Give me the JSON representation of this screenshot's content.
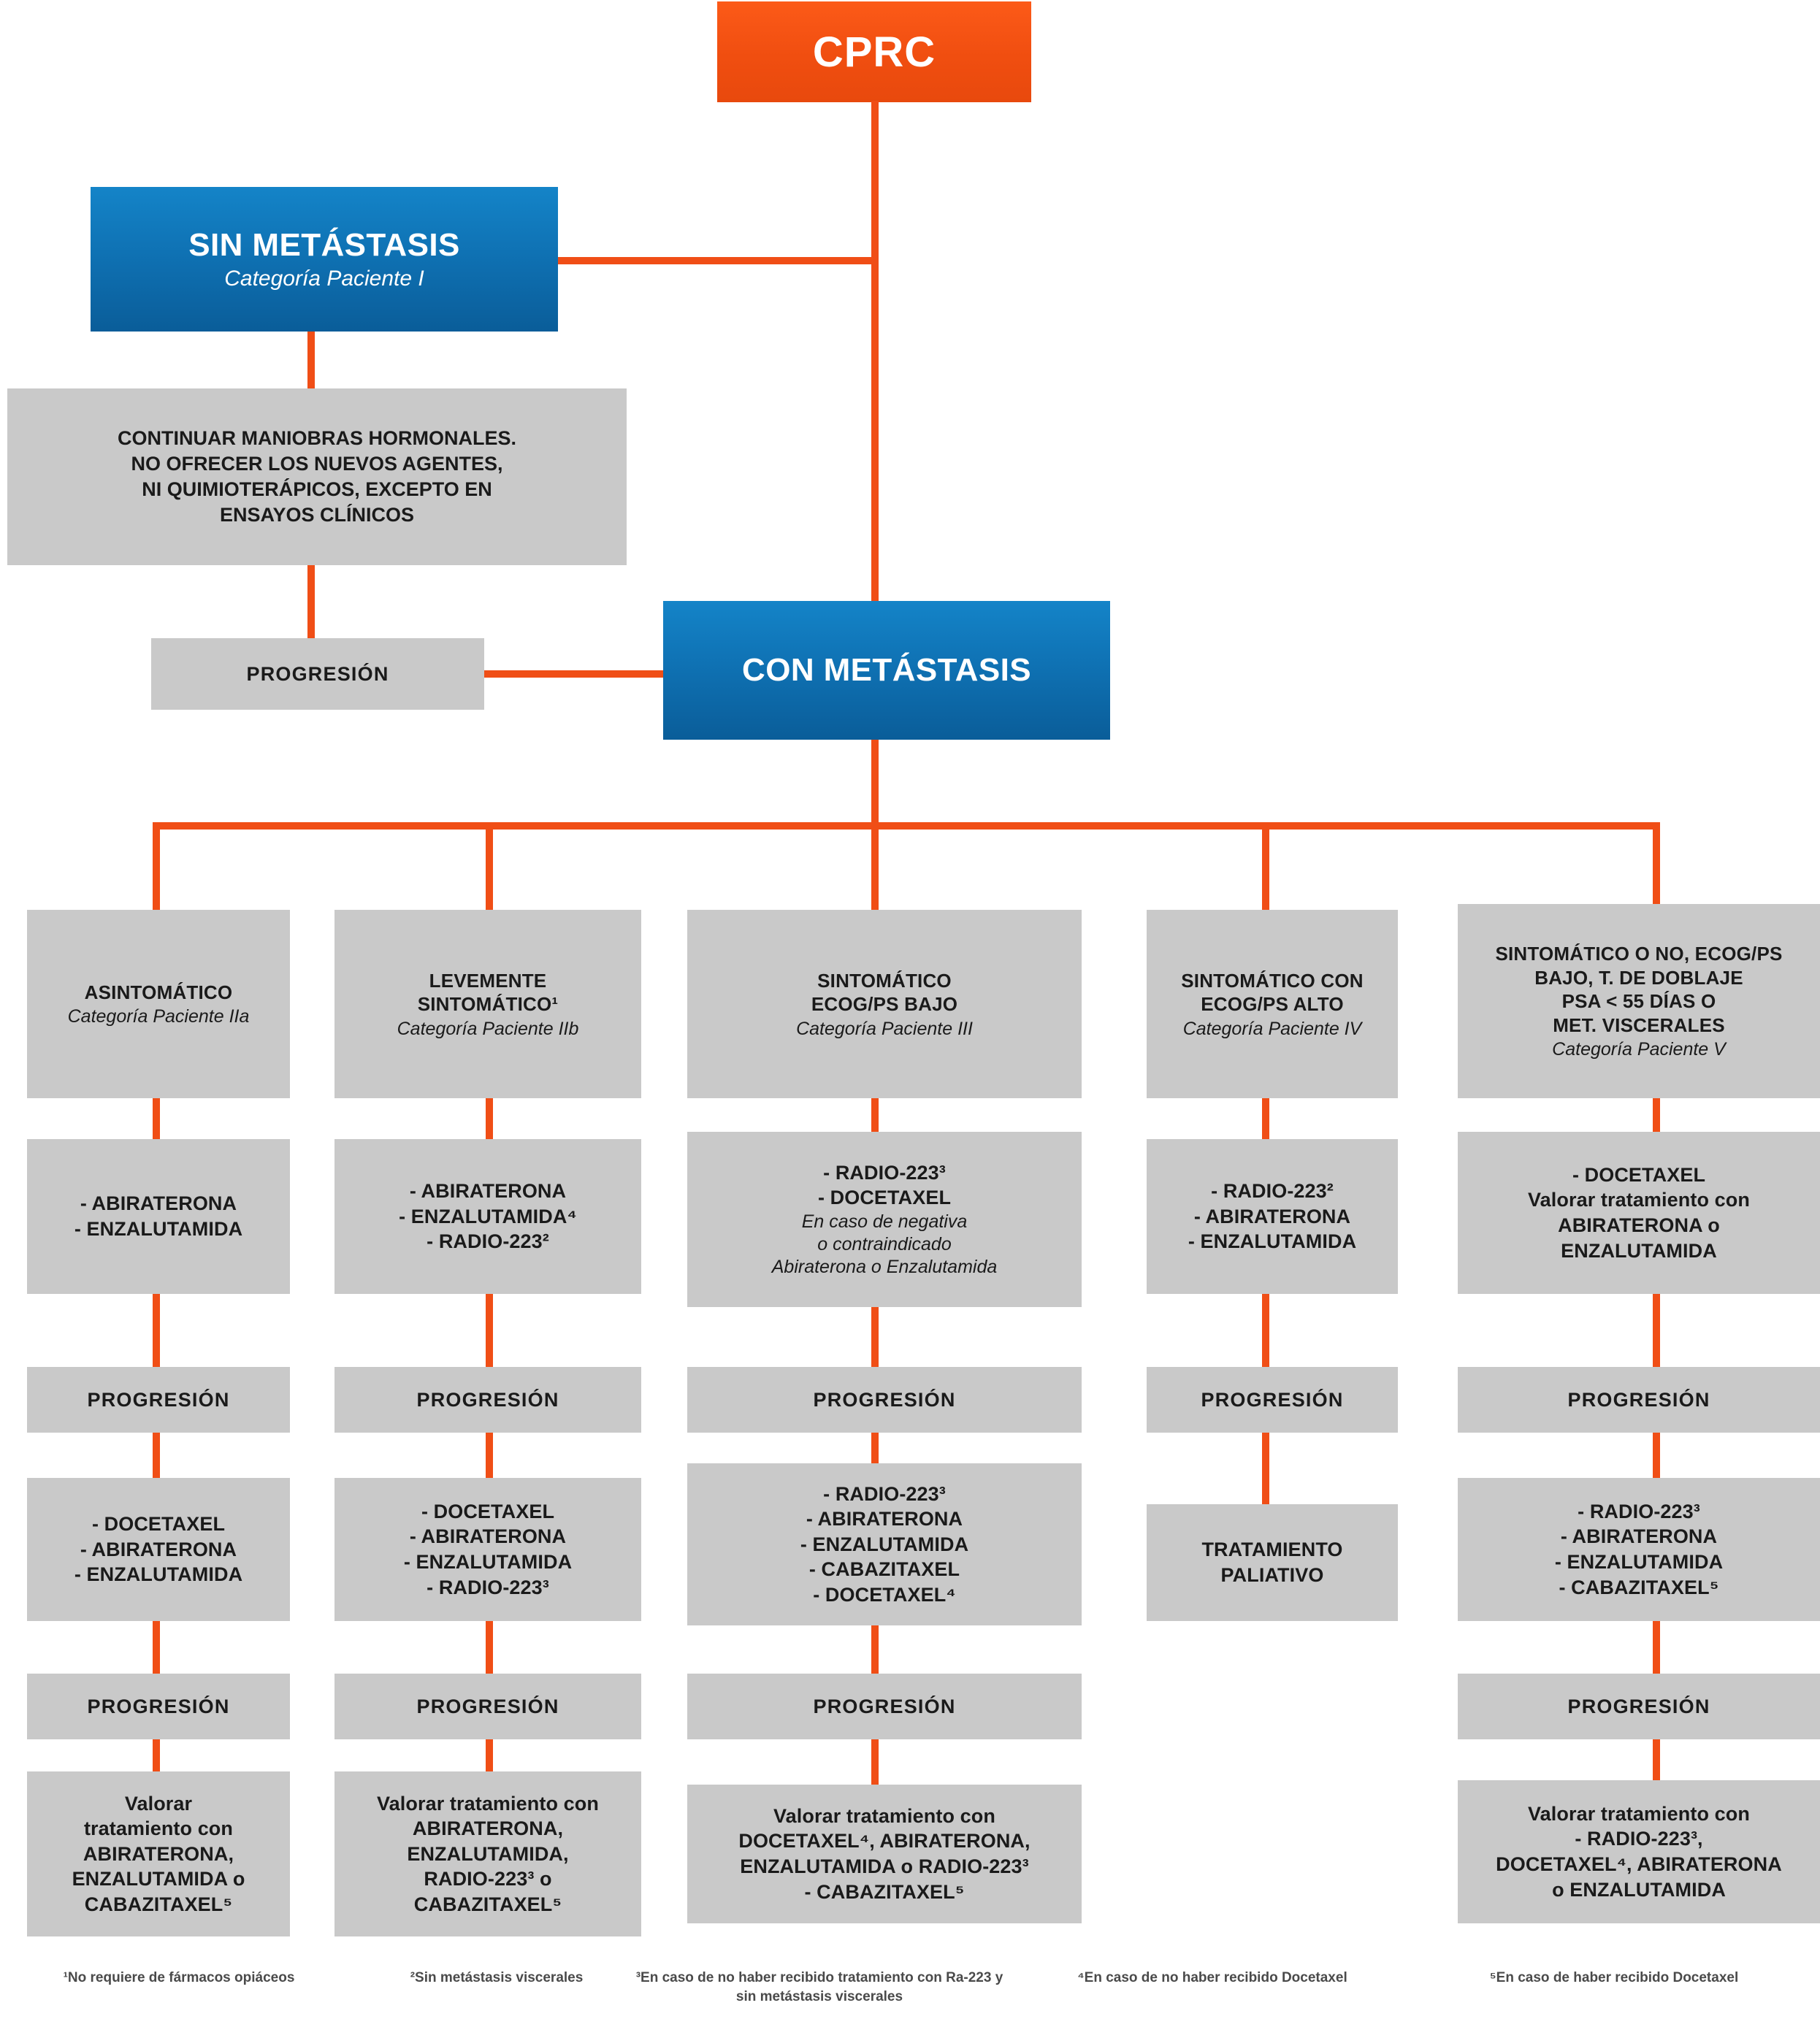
{
  "root": {
    "label": "CPRC"
  },
  "branches": {
    "no_mets": {
      "title": "SIN METÁSTASIS",
      "subtitle": "Categoría Paciente I"
    },
    "mets": {
      "title": "CON METÁSTASIS"
    }
  },
  "no_mets_path": {
    "advice": "CONTINUAR MANIOBRAS HORMONALES. NO OFRECER LOS NUEVOS AGENTES, NI QUIMIOTERÁPICOS, EXCEPTO EN ENSAYOS CLÍNICOS",
    "advice_lines": [
      "CONTINUAR MANIOBRAS HORMONALES.",
      "NO OFRECER LOS NUEVOS AGENTES,",
      "NI QUIMIOTERÁPICOS, EXCEPTO EN",
      "ENSAYOS CLÍNICOS"
    ],
    "progression": "PROGRESIÓN"
  },
  "progression_label": "PROGRESIÓN",
  "columns": [
    {
      "id": "col1",
      "header_lines": [
        "ASINTOMÁTICO"
      ],
      "header_sub": "Categoría Paciente IIa",
      "first_line": [
        "- ABIRATERONA",
        "- ENZALUTAMIDA"
      ],
      "second_line": [
        "- DOCETAXEL",
        "- ABIRATERONA",
        "- ENZALUTAMIDA"
      ],
      "third_line": [
        "Valorar",
        "tratamiento con",
        "ABIRATERONA,",
        "ENZALUTAMIDA o",
        "CABAZITAXEL⁵"
      ]
    },
    {
      "id": "col2",
      "header_lines": [
        "LEVEMENTE",
        "SINTOMÁTICO¹"
      ],
      "header_sub": "Categoría Paciente IIb",
      "first_line": [
        "- ABIRATERONA",
        "- ENZALUTAMIDA⁴",
        "- RADIO-223²"
      ],
      "second_line": [
        "- DOCETAXEL",
        "- ABIRATERONA",
        "- ENZALUTAMIDA",
        "- RADIO-223³"
      ],
      "third_line": [
        "Valorar tratamiento con",
        "ABIRATERONA,",
        "ENZALUTAMIDA,",
        "RADIO-223³ o",
        "CABAZITAXEL⁵"
      ]
    },
    {
      "id": "col3",
      "header_lines": [
        "SINTOMÁTICO",
        "ECOG/PS BAJO"
      ],
      "header_sub": "Categoría Paciente III",
      "first_line": [
        "- RADIO-223³",
        "- DOCETAXEL"
      ],
      "first_line_italic": [
        "En caso de negativa",
        "o contraindicado",
        "Abiraterona o Enzalutamida"
      ],
      "second_line": [
        "- RADIO-223³",
        "- ABIRATERONA",
        "- ENZALUTAMIDA",
        "- CABAZITAXEL",
        "- DOCETAXEL⁴"
      ],
      "third_line": [
        "Valorar tratamiento con",
        "DOCETAXEL⁴, ABIRATERONA,",
        "ENZALUTAMIDA o RADIO-223³",
        "- CABAZITAXEL⁵"
      ]
    },
    {
      "id": "col4",
      "header_lines": [
        "SINTOMÁTICO CON",
        "ECOG/PS ALTO"
      ],
      "header_sub": "Categoría Paciente IV",
      "first_line": [
        "- RADIO-223²",
        "- ABIRATERONA",
        "- ENZALUTAMIDA"
      ],
      "second_line": [
        "TRATAMIENTO",
        "PALIATIVO"
      ]
    },
    {
      "id": "col5",
      "header_lines": [
        "SINTOMÁTICO O NO, ECOG/PS",
        "BAJO, T. DE DOBLAJE",
        "PSA < 55 DÍAS O",
        "MET. VISCERALES"
      ],
      "header_sub": "Categoría Paciente V",
      "first_line": [
        "- DOCETAXEL",
        "Valorar tratamiento con",
        "ABIRATERONA o",
        "ENZALUTAMIDA"
      ],
      "second_line": [
        "- RADIO-223³",
        "- ABIRATERONA",
        "- ENZALUTAMIDA",
        "- CABAZITAXEL⁵"
      ],
      "third_line": [
        "Valorar tratamiento con",
        "- RADIO-223³,",
        "DOCETAXEL⁴, ABIRATERONA",
        "o ENZALUTAMIDA"
      ]
    }
  ],
  "footnotes": [
    {
      "marker": "1",
      "text": "¹No requiere de fármacos opiáceos"
    },
    {
      "marker": "2",
      "text": "²Sin metástasis viscerales"
    },
    {
      "marker": "3",
      "text": "³En caso de no haber recibido tratamiento con Ra-223 y sin metástasis viscerales"
    },
    {
      "marker": "4",
      "text": "⁴En caso de no haber recibido Docetaxel"
    },
    {
      "marker": "5",
      "text": "⁵En caso de haber recibido Docetaxel"
    }
  ],
  "colors": {
    "accent": "#f04e16",
    "blue": "#0f72b4",
    "grey_box": "#c9c9c9",
    "text_dark": "#1a1a1a"
  }
}
